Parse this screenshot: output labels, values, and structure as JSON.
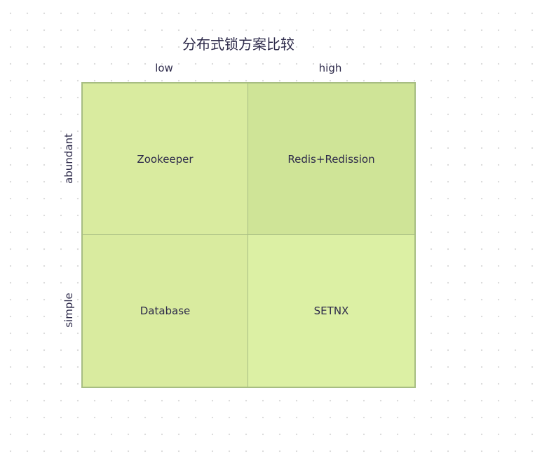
{
  "chart": {
    "title": "分布式锁方案比较",
    "x_axis": {
      "left_label": "low",
      "right_label": "high"
    },
    "y_axis": {
      "top_label": "abundant",
      "bottom_label": "simple"
    },
    "quadrants": {
      "top_left": "Zookeeper",
      "top_right": "Redis+Redission",
      "bottom_left": "Database",
      "bottom_right": "SETNX"
    },
    "colors": {
      "quadrant_top_left": "#d9eb9f",
      "quadrant_top_right": "#cfe497",
      "quadrant_bottom_left": "#d9eb9f",
      "quadrant_bottom_right": "#dcf0a4",
      "border": "#a7bd83",
      "text": "#2d2a4a"
    }
  }
}
